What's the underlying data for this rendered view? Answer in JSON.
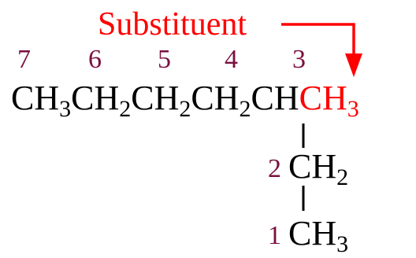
{
  "diagram": {
    "substituent_label": "Substituent",
    "chain_segments": [
      {
        "group": "CH",
        "sub": "3"
      },
      {
        "group": "CH",
        "sub": "2"
      },
      {
        "group": "CH",
        "sub": "2"
      },
      {
        "group": "CH",
        "sub": "2"
      },
      {
        "group": "CH",
        "sub": ""
      }
    ],
    "substituent_group": {
      "group": "CH",
      "sub": "3"
    },
    "branch_groups": [
      {
        "number": "2",
        "group": "CH",
        "sub": "2"
      },
      {
        "number": "1",
        "group": "CH",
        "sub": "3"
      }
    ],
    "top_numbers": [
      "7",
      "6",
      "5",
      "4",
      "3"
    ],
    "colors": {
      "text": "#000000",
      "substituent": "#ff0000",
      "number": "#7a1040"
    }
  }
}
